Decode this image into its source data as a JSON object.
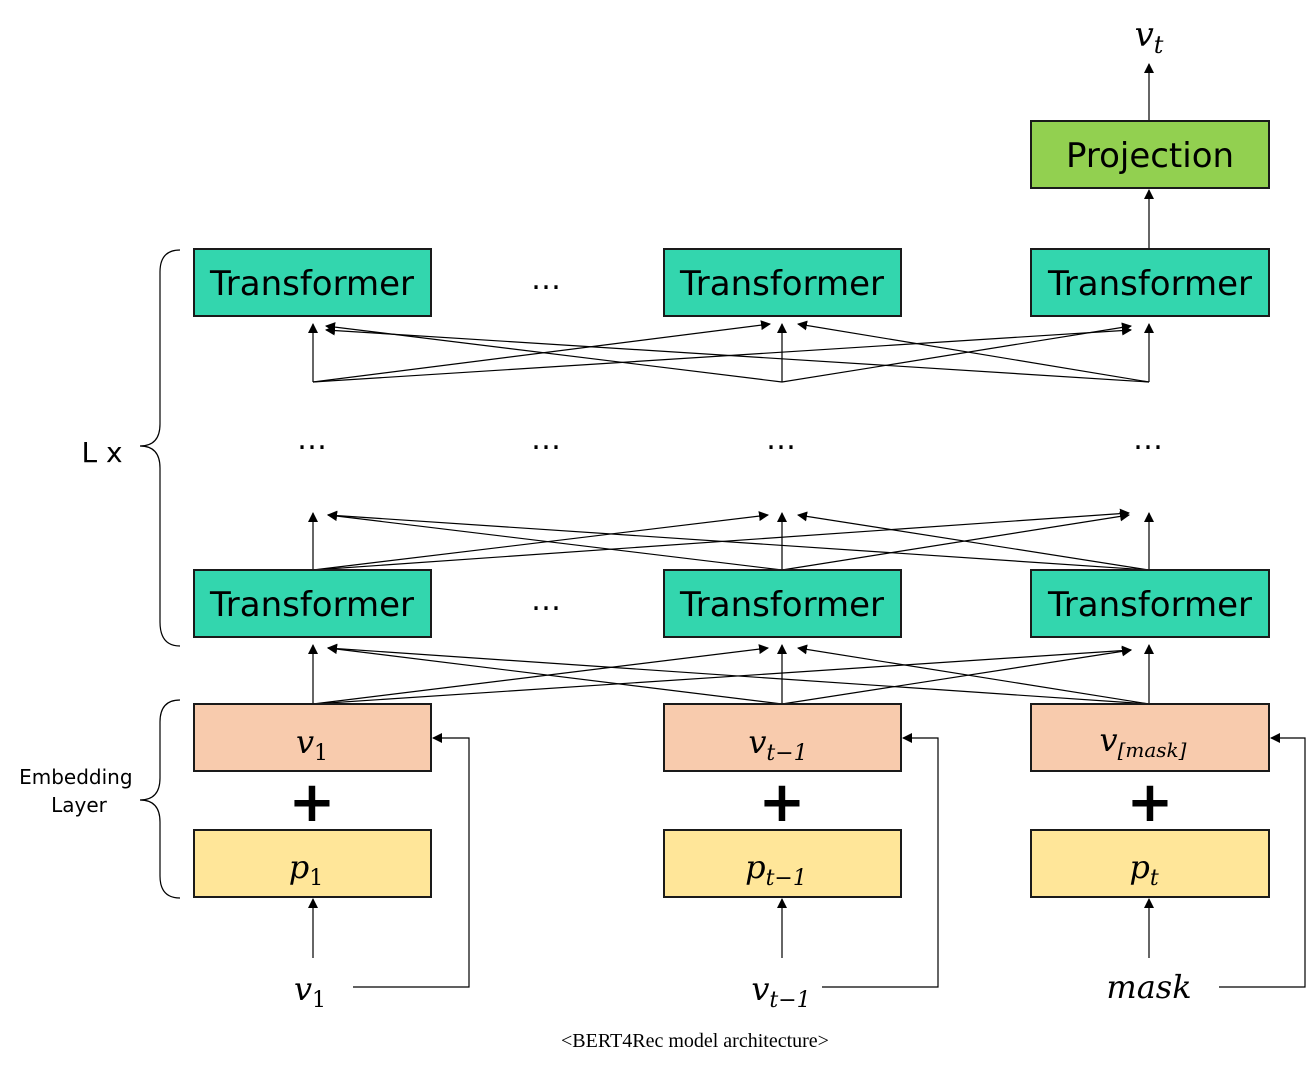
{
  "caption": "<BERT4Rec model architecture>",
  "colors": {
    "transformer": "#33d6ae",
    "projection": "#92d050",
    "item_embedding": "#f8cbad",
    "position_embedding": "#ffe699"
  },
  "projection": {
    "label": "Projection"
  },
  "output": {
    "base": "v",
    "sub": "t"
  },
  "transformer_label": "Transformer",
  "ellipsis": "…",
  "plus_sign": "+",
  "layer_repeat_label": "L x",
  "embedding_layer_label": [
    "Embedding",
    "Layer"
  ],
  "columns": [
    {
      "item_embedding": {
        "base": "v",
        "sub": "1"
      },
      "position_embedding": {
        "base": "p",
        "sub": "1"
      },
      "input": {
        "base": "v",
        "sub": "1"
      }
    },
    {
      "item_embedding": {
        "base": "v",
        "sub": "t−1"
      },
      "position_embedding": {
        "base": "p",
        "sub": "t−1"
      },
      "input": {
        "base": "v",
        "sub": "t−1"
      }
    },
    {
      "item_embedding": {
        "base": "v",
        "sub": "[mask]"
      },
      "position_embedding": {
        "base": "p",
        "sub": "t"
      },
      "input": {
        "base": "mask",
        "sub": ""
      }
    }
  ]
}
